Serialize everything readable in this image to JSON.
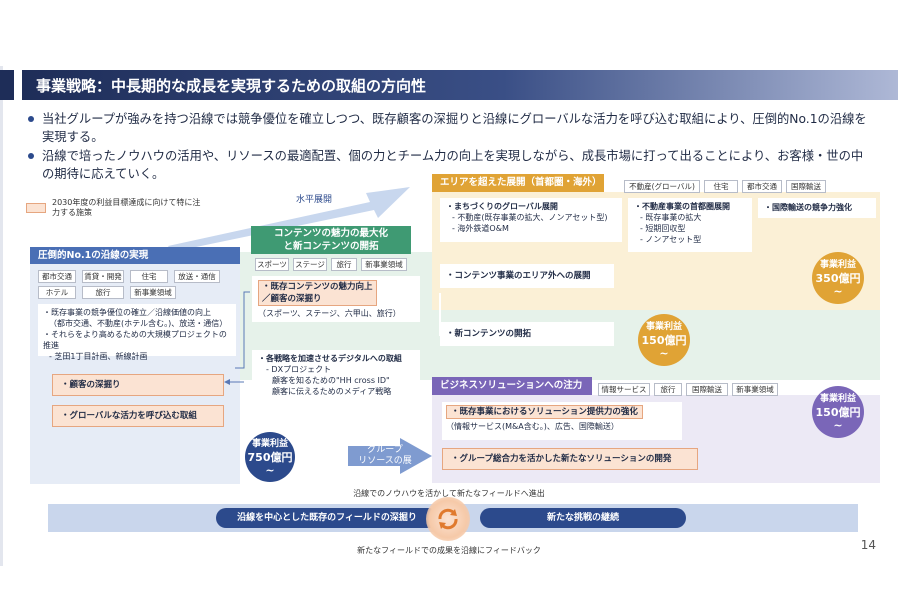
{
  "title": "事業戦略：中長期的な成長を実現するための取組の方向性",
  "bullets": [
    "当社グループが強みを持つ沿線では競争優位を確立しつつ、既存顧客の深掘りと沿線にグローバルな活力を呼び込む取組により、圧倒的No.1の沿線を実現する。",
    "沿線で培ったノウハウの活用や、リソースの最適配置、個の力とチーム力の向上を実現しながら、成長市場に打って出ることにより、お客様・世の中の期待に応えていく。"
  ],
  "legend": "2030年度の利益目標達成に向けて特に注力する施策",
  "arrows": {
    "horizontal": "水平展開",
    "group_line1": "グループ",
    "group_line2": "リソースの展開"
  },
  "left": {
    "header": "圧倒的No.1の沿線の実現",
    "tags": [
      "都市交通",
      "賃貸・開発",
      "住宅",
      "放送・通信",
      "ホテル",
      "旅行",
      "新事業領域"
    ],
    "box_lines": [
      "・既存事業の競争優位の確立／沿線価値の向上",
      "（都市交通、不動産(ホテル含む。)、放送・通信）",
      "・それらをより高めるための大規模プロジェクトの推進",
      "- 芝田1丁目計画、新線計画"
    ],
    "orange1": "・顧客の深掘り",
    "orange2": "・グローバルな活力を呼び込む取組",
    "profit_label": "事業利益",
    "profit_value": "750億円~"
  },
  "content": {
    "header_line1": "コンテンツの魅力の最大化",
    "header_line2": "と新コンテンツの開拓",
    "tags": [
      "スポーツ",
      "ステージ",
      "旅行",
      "新事業領域"
    ],
    "orange_line1": "・既存コンテンツの魅力向上",
    "orange_line2": "／顧客の深掘り",
    "sub_line": "（スポーツ、ステージ、六甲山、旅行）",
    "digital_lines": [
      "・各戦略を加速させるデジタルへの取組",
      "- DXプロジェクト",
      "顧客を知るための\"HH cross ID\"",
      "顧客に伝えるためのメディア戦略"
    ]
  },
  "area": {
    "header": "エリアを超えた展開（首都圏・海外）",
    "tags": [
      "不動産(グローバル)",
      "住宅",
      "都市交通",
      "国際輸送"
    ],
    "global_lines": [
      "・まちづくりのグローバル展開",
      "- 不動産(既存事業の拡大、ノンアセット型)",
      "- 海外鉄道O&M"
    ],
    "capital_lines": [
      "・不動産事業の首都圏展開",
      "- 既存事業の拡大",
      "- 短期回収型",
      "- ノンアセット型"
    ],
    "intl": "・国際輸送の競争力強化",
    "content_outside": "・コンテンツ事業のエリア外への展開",
    "new_content": "・新コンテンツの開拓",
    "profit_label": "事業利益",
    "profit_value": "350億円~",
    "content_profit_label": "事業利益",
    "content_profit_value": "150億円~"
  },
  "business": {
    "header": "ビジネスソリューションへの注力",
    "tags": [
      "情報サービス",
      "旅行",
      "国際輸送",
      "新事業領域"
    ],
    "orange1": "・既存事業におけるソリューション提供力の強化",
    "sub_line": "（情報サービス(M&A含む。)、広告、国際輸送）",
    "orange2": "・グループ総合力を活かした新たなソリューションの開発",
    "profit_label": "事業利益",
    "profit_value": "150億円~"
  },
  "bottom": {
    "top_caption": "沿線でのノウハウを活かして新たなフィールドへ進出",
    "left_pill": "沿線を中心とした既存のフィールドの深掘り",
    "right_pill": "新たな挑戦の継続",
    "bottom_caption": "新たなフィールドでの成果を沿線にフィードバック"
  },
  "page_number": "14",
  "colors": {
    "navy": "#1e2d58",
    "left_header": "#4a6fb5",
    "content_header": "#3f9a73",
    "area_header": "#e0a335",
    "business_header": "#7a66b8",
    "highlight": "#fbe3d3"
  }
}
